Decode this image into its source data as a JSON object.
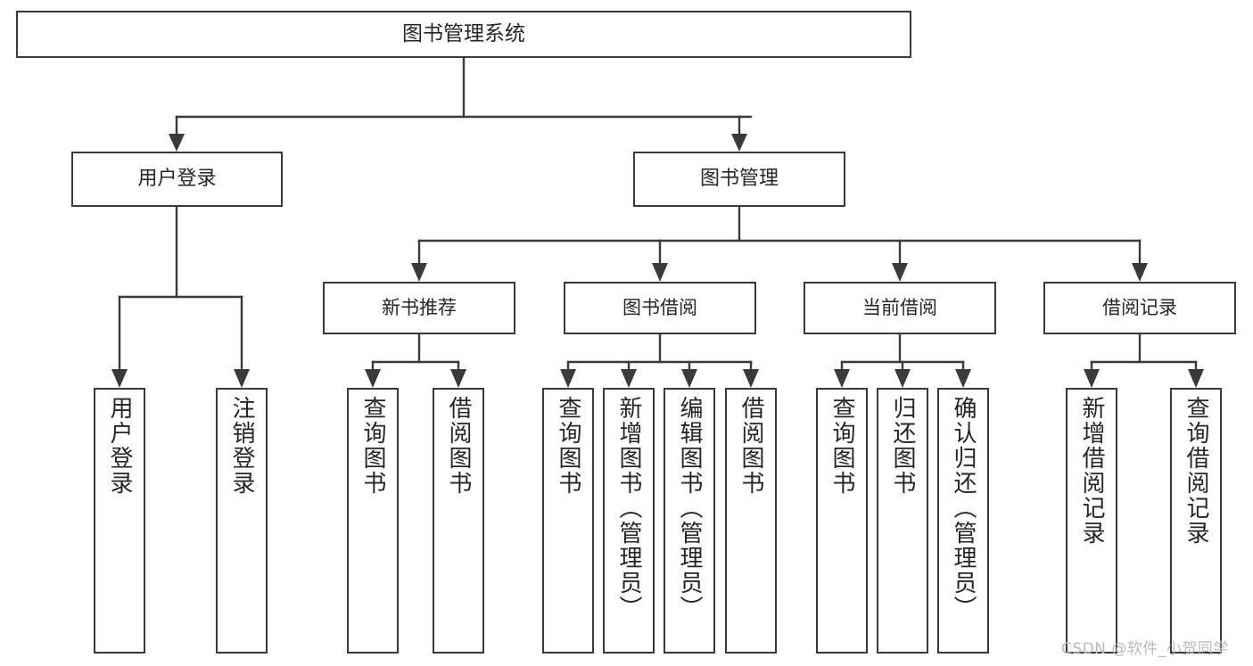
{
  "diagram": {
    "title": "图书管理系统",
    "type": "tree-hierarchy",
    "watermark": "CSDN @软件_小贺同学",
    "root": {
      "id": "root",
      "label": "图书管理系统"
    },
    "level1": [
      {
        "id": "user-login",
        "label": "用户登录"
      },
      {
        "id": "book-management",
        "label": "图书管理"
      }
    ],
    "level2": [
      {
        "id": "new-book-recommend",
        "label": "新书推荐",
        "parent": "book-management"
      },
      {
        "id": "book-borrow",
        "label": "图书借阅",
        "parent": "book-management"
      },
      {
        "id": "current-borrow",
        "label": "当前借阅",
        "parent": "book-management"
      },
      {
        "id": "borrow-record",
        "label": "借阅记录",
        "parent": "book-management"
      }
    ],
    "leaves": [
      {
        "id": "leaf-user-login",
        "label": "用户登录",
        "parent": "user-login"
      },
      {
        "id": "leaf-logout-login",
        "label": "注销登录",
        "parent": "user-login"
      },
      {
        "id": "leaf-query-book-1",
        "label": "查询图书",
        "parent": "new-book-recommend"
      },
      {
        "id": "leaf-borrow-book-1",
        "label": "借阅图书",
        "parent": "new-book-recommend"
      },
      {
        "id": "leaf-query-book-2",
        "label": "查询图书",
        "parent": "book-borrow"
      },
      {
        "id": "leaf-add-book",
        "label": "新增图书（管理员）",
        "parent": "book-borrow"
      },
      {
        "id": "leaf-edit-book",
        "label": "编辑图书（管理员）",
        "parent": "book-borrow"
      },
      {
        "id": "leaf-borrow-book-2",
        "label": "借阅图书",
        "parent": "book-borrow"
      },
      {
        "id": "leaf-query-book-3",
        "label": "查询图书",
        "parent": "current-borrow"
      },
      {
        "id": "leaf-return-book",
        "label": "归还图书",
        "parent": "current-borrow"
      },
      {
        "id": "leaf-confirm-return",
        "label": "确认归还（管理员）",
        "parent": "current-borrow"
      },
      {
        "id": "leaf-add-record",
        "label": "新增借阅记录",
        "parent": "borrow-record"
      },
      {
        "id": "leaf-query-record",
        "label": "查询借阅记录",
        "parent": "borrow-record"
      }
    ],
    "colors": {
      "stroke": "#3a3a3a",
      "text": "#262626",
      "background": "#ffffff",
      "watermark": "#b9b9b9"
    }
  }
}
